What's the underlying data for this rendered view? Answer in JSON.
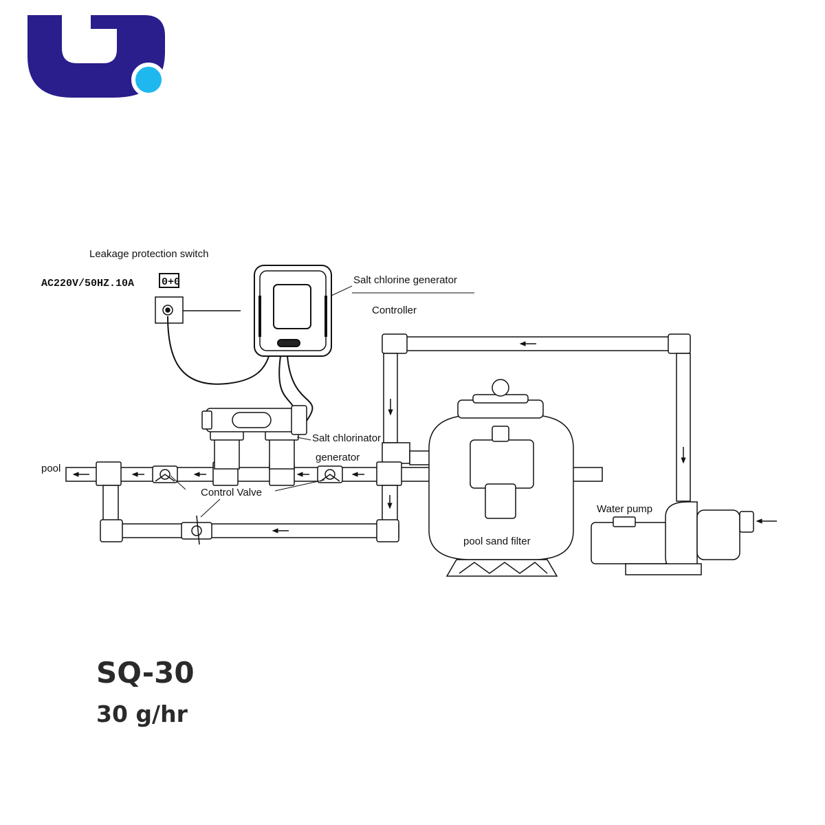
{
  "brand": {
    "primary_color": "#2a1d8c",
    "dot_color": "#1fb8ee"
  },
  "diagram": {
    "labels": {
      "leakage_switch": "Leakage protection switch",
      "power_spec": "AC220V/50HZ.10A",
      "switch_symbol": "0+0",
      "generator_title": "Salt chlorine generator",
      "controller": "Controller",
      "chlorinator_line1": "Salt chlorinator",
      "chlorinator_line2": "generator",
      "pool": "pool",
      "control_valve": "Control Valve",
      "sand_filter": "pool sand filter",
      "water_pump": "Water pump"
    }
  },
  "product": {
    "model": "SQ-30",
    "rate": "30 g/hr"
  }
}
